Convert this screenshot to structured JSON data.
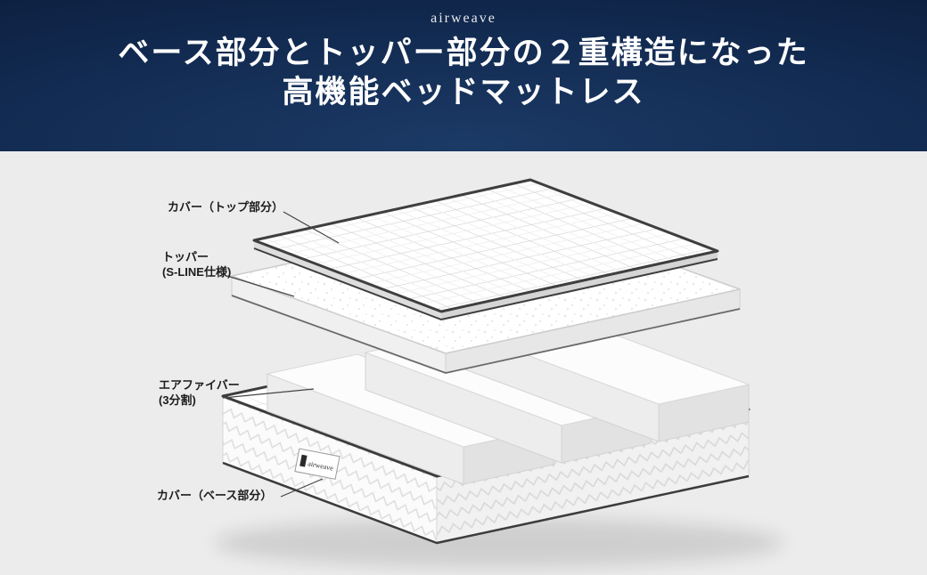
{
  "header": {
    "brand": "airweave",
    "title_line1": "ベース部分とトッパー部分の２重構造になった",
    "title_line2": "高機能ベッドマットレス"
  },
  "diagram": {
    "labels": {
      "cover_top": "カバー（トップ部分）",
      "topper_line1": "トッパー",
      "topper_line2": "(S-LINE仕様)",
      "airfiber_line1": "エアファイバー",
      "airfiber_line2": "(3分割)",
      "cover_base": "カバー（ベース部分）"
    },
    "tag_label": "airweave"
  }
}
